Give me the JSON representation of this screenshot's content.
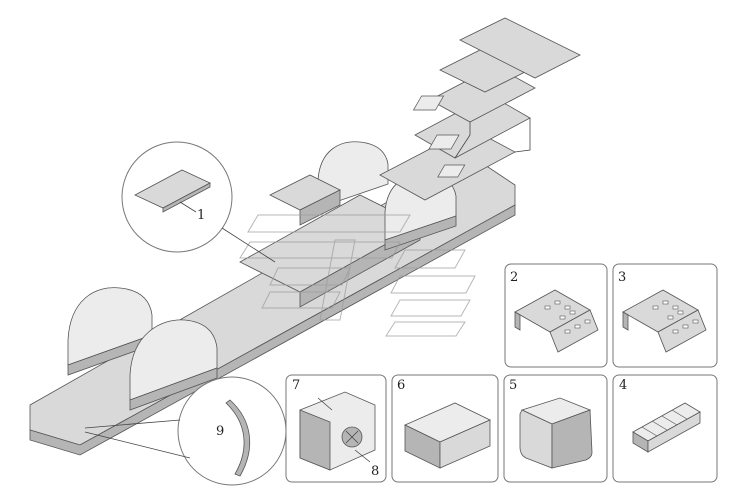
{
  "labels": {
    "l1": "1",
    "l2": "2",
    "l3": "3",
    "l4": "4",
    "l5": "5",
    "l6": "6",
    "l7": "7",
    "l8": "8",
    "l9": "9"
  },
  "colors": {
    "panel": "#d9d9d9",
    "panel_dark": "#b5b5b5",
    "outline": "#555555",
    "box_border": "#777777",
    "watermark": "#c8c8c8"
  }
}
